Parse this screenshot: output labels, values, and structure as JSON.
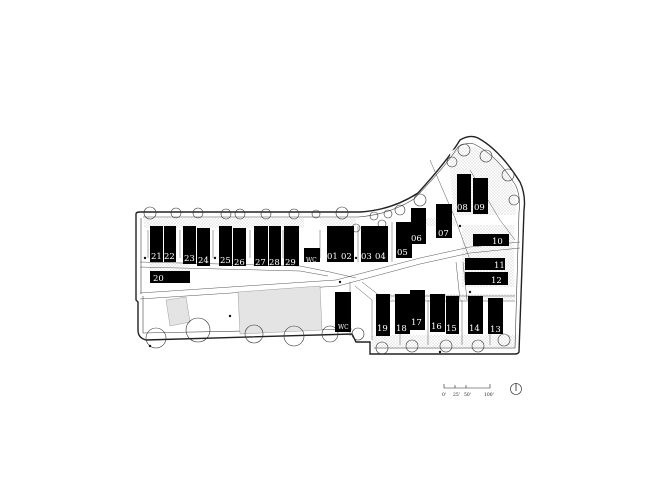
{
  "buildings": [
    {
      "label": "21"
    },
    {
      "label": "22"
    },
    {
      "label": "23"
    },
    {
      "label": "24"
    },
    {
      "label": "25"
    },
    {
      "label": "26"
    },
    {
      "label": "27"
    },
    {
      "label": "28"
    },
    {
      "label": "29"
    },
    {
      "label": "WC"
    },
    {
      "label": "01"
    },
    {
      "label": "02"
    },
    {
      "label": "03"
    },
    {
      "label": "04"
    },
    {
      "label": "05"
    },
    {
      "label": "06"
    },
    {
      "label": "07"
    },
    {
      "label": "08"
    },
    {
      "label": "09"
    },
    {
      "label": "10"
    },
    {
      "label": "11"
    },
    {
      "label": "12"
    },
    {
      "label": "20"
    },
    {
      "label": "WC"
    },
    {
      "label": "19"
    },
    {
      "label": "18"
    },
    {
      "label": "17"
    },
    {
      "label": "16"
    },
    {
      "label": "15"
    },
    {
      "label": "14"
    },
    {
      "label": "13"
    }
  ],
  "scale_bar": {
    "labels": [
      "0'",
      "25'",
      "50'",
      "100'"
    ]
  },
  "north_arrow": {
    "icon": "north-arrow-icon"
  }
}
